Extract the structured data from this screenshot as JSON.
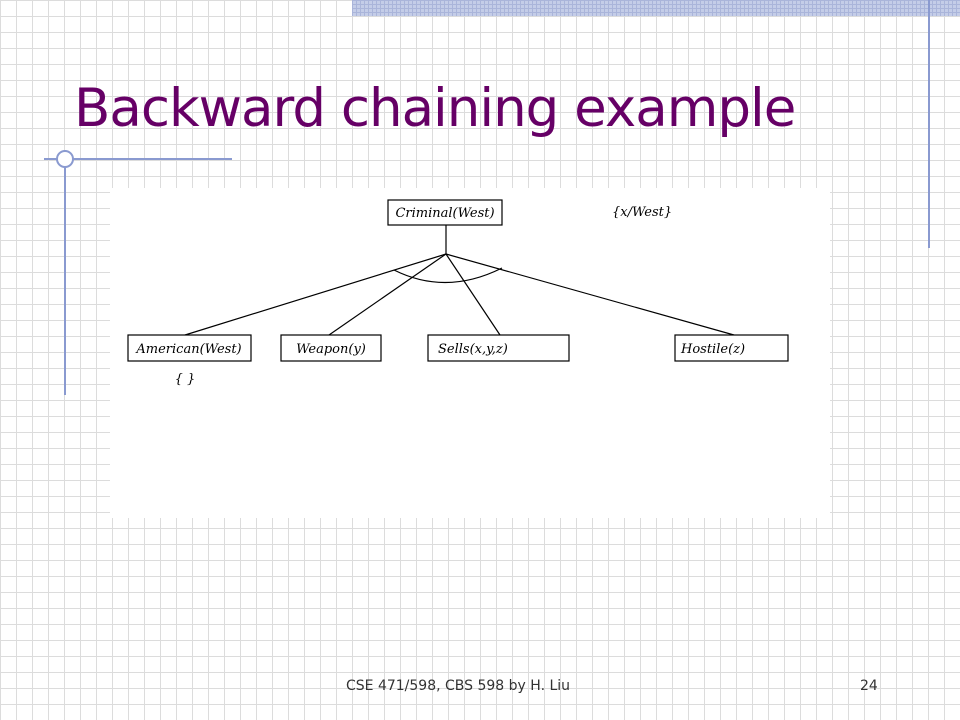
{
  "slide": {
    "title": "Backward chaining example",
    "footer": "CSE 471/598, CBS 598 by H. Liu",
    "page_number": "24"
  },
  "diagram": {
    "root": {
      "label": "Criminal(West)"
    },
    "root_substitution": "{x/West}",
    "children": [
      {
        "label": "American(West)"
      },
      {
        "label": "Weapon(y)"
      },
      {
        "label": "Sells(x,y,z)"
      },
      {
        "label": "Hostile(z)"
      }
    ],
    "child_substitution": "{ }"
  }
}
